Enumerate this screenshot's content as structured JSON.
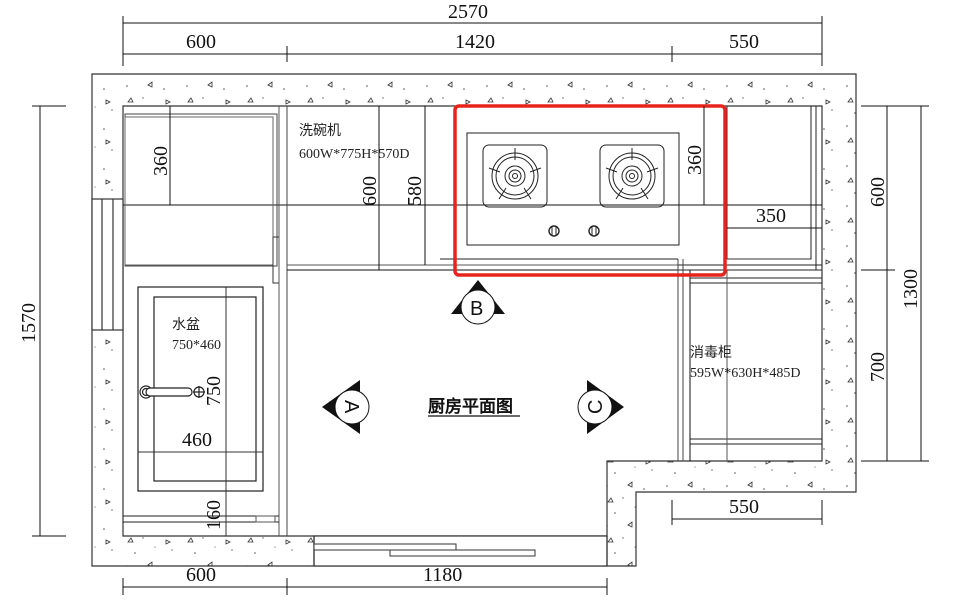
{
  "drawing": {
    "title": "厨房平面图",
    "highlight_color": "#e8231c",
    "line_color": "#111111",
    "wall_fill": "#ffffff"
  },
  "dimensions": {
    "top_total": "2570",
    "top_segments": [
      "600",
      "1420",
      "550"
    ],
    "bottom_segments": [
      "600",
      "1180"
    ],
    "left_total": "1570",
    "right_segments": [
      "600",
      "700"
    ],
    "right_total": "1300",
    "inner": {
      "left_cabinet_depth": "360",
      "dishwasher_600": "600",
      "dishwasher_580": "580",
      "stove_360": "360",
      "right_350": "350",
      "sink_750": "750",
      "sink_460": "460",
      "sink_160": "160",
      "bottom_right_550": "550"
    }
  },
  "appliances": {
    "dishwasher": {
      "name": "洗碗机",
      "spec": "600W*775H*570D"
    },
    "sink": {
      "name": "水盆",
      "spec": "750*460"
    },
    "sterilizer": {
      "name": "消毒柜",
      "spec": "595W*630H*485D"
    },
    "stove": {
      "name": "gas-stove",
      "burners": 2,
      "knobs": 2
    }
  },
  "elevation_markers": [
    {
      "label": "A",
      "direction": "left"
    },
    {
      "label": "B",
      "direction": "up"
    },
    {
      "label": "C",
      "direction": "right"
    }
  ]
}
